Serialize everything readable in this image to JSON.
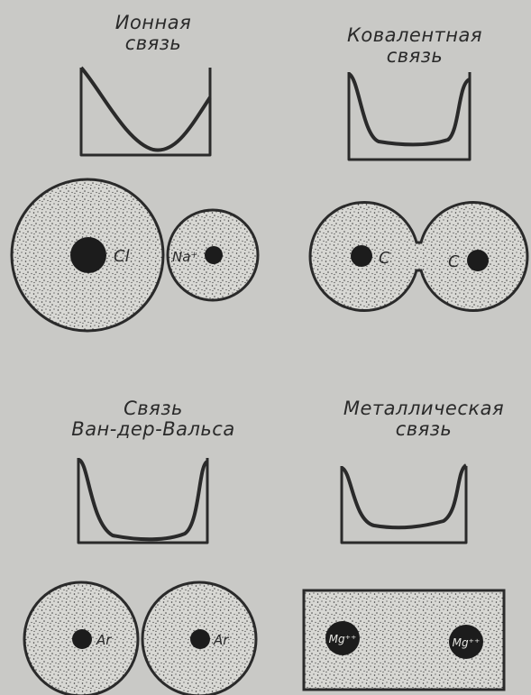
{
  "panels": {
    "ionic": {
      "title": [
        "Ионная",
        "связь"
      ],
      "atoms": [
        "Cl",
        "Na⁺"
      ]
    },
    "covalent": {
      "title": [
        "Ковалентная",
        "связь"
      ],
      "atoms": [
        "C",
        "C"
      ]
    },
    "van_der_waals": {
      "title": [
        "Связь",
        "Ван-дер-Вальса"
      ],
      "atoms": [
        "Ar",
        "Ar"
      ]
    },
    "metallic": {
      "title": [
        "Металлическая",
        "связь"
      ],
      "atoms": [
        "Mg⁺⁺",
        "Mg⁺⁺"
      ]
    }
  },
  "colors": {
    "background": "#c9c9c6",
    "ink": "#2a2a2a",
    "stipple_fill": "#d8d8d4",
    "dots": "#3a3a3a"
  }
}
